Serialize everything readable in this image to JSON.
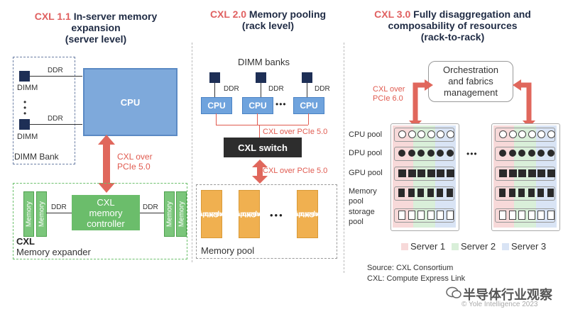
{
  "left": {
    "title_prefix": "CXL 1.1",
    "title_rest": " In-server memory",
    "title_line2": "expansion",
    "title_line3": "(server level)",
    "ddr": "DDR",
    "dimm": "DIMM",
    "dimm_bank": "DIMM Bank",
    "cpu": "CPU",
    "cxl_over": "CXL over",
    "pcie": "PCIe 5.0",
    "memory": "Memory",
    "controller_l1": "CXL",
    "controller_l2": "memory",
    "controller_l3": "controller",
    "expander_bold": "CXL",
    "expander_label": "Memory expander"
  },
  "middle": {
    "title_prefix": "CXL 2.0",
    "title_rest": " Memory pooling",
    "title_line2": "(rack level)",
    "dimm_banks": "DIMM banks",
    "ddr": "DDR",
    "cpu": "CPU",
    "ellipsis": "•••",
    "cxl_pcie": "CXL over PCIe 5.0",
    "switch": "CXL switch",
    "exp_l1": "CXL",
    "exp_l2": "memory",
    "exp_l3": "expander",
    "pool": "Memory pool"
  },
  "right": {
    "title_prefix": "CXL 3.0",
    "title_rest": " Fully disaggregation and",
    "title_line2": "composability of resources",
    "title_line3": "(rack-to-rack)",
    "orch_l1": "Orchestration",
    "orch_l2": "and fabrics",
    "orch_l3": "management",
    "cxl_over": "CXL over",
    "pcie": "PCIe 6.0",
    "cpu_pool": "CPU pool",
    "dpu_pool": "DPU pool",
    "gpu_pool": "GPU pool",
    "mem_pool_l1": "Memory",
    "mem_pool_l2": "pool",
    "storage_l1": "storage",
    "storage_l2": "pool",
    "ellipsis": "•••",
    "server1": "Server 1",
    "server2": "Server 2",
    "server3": "Server 3",
    "source": "Source: CXL Consortium",
    "cxl_def": "CXL: Compute Express Link"
  },
  "watermark": "半导体行业观察",
  "copyright": "© Yole Intelligence 2023",
  "colors": {
    "accent_red": "#e05a4f",
    "cpu_blue": "#7ea9db",
    "memory_green": "#7bc67b",
    "expander_orange": "#f0b050",
    "server1": "#f7d9d9",
    "server2": "#d9efd9",
    "server3": "#d9e4f5"
  }
}
